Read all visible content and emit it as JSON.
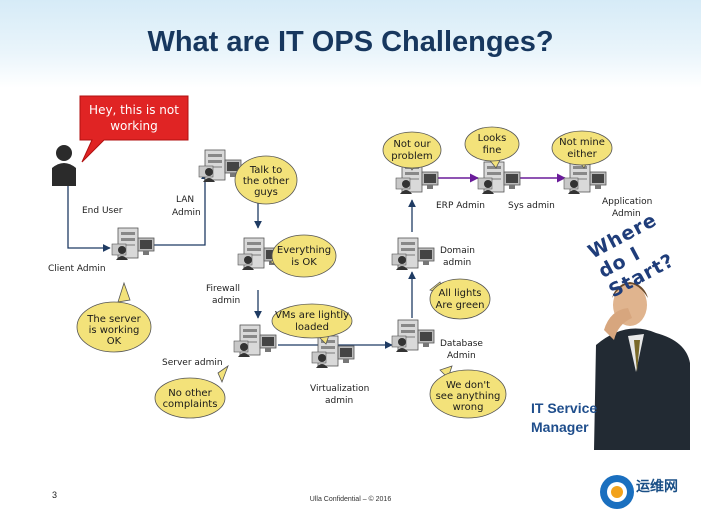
{
  "title": "What are IT OPS Challenges?",
  "callout": {
    "line1": "Hey, this is not",
    "line2": "working"
  },
  "nodes": {
    "end_user": "End User",
    "client_admin": "Client Admin",
    "lan_admin_1": "LAN",
    "lan_admin_2": "Admin",
    "firewall_1": "Firewall",
    "firewall_2": "admin",
    "server_admin": "Server admin",
    "virt_1": "Virtualization",
    "virt_2": "admin",
    "db_1": "Database",
    "db_2": "Admin",
    "domain_1": "Domain",
    "domain_2": "admin",
    "erp_admin": "ERP Admin",
    "sys_admin": "Sys admin",
    "app_1": "Application",
    "app_2": "Admin"
  },
  "bubbles": {
    "client": [
      "The server",
      "is working",
      "OK"
    ],
    "lan": [
      "Talk to",
      "the other",
      "guys"
    ],
    "firewall": [
      "Everything",
      "is  OK"
    ],
    "server": [
      "No other",
      "complaints"
    ],
    "virt": [
      "VMs are lightly",
      "loaded"
    ],
    "db": [
      "We don't",
      "see anything",
      "wrong"
    ],
    "domain": [
      "All lights",
      "Are green"
    ],
    "erp": [
      "Not our",
      "problem"
    ],
    "sys": [
      "Looks",
      "fine"
    ],
    "app": [
      "Not mine",
      "either"
    ]
  },
  "where_do_i_start": "Where do I Start?",
  "it_service_manager": [
    "IT Service",
    "Manager"
  ],
  "page_number": "3",
  "footer": "Ulla Confidential – © 2016",
  "logo_text": "运维网",
  "colors": {
    "title": "#17375e",
    "bubble": "#f3e27a",
    "callout": "#e02424",
    "arrow": "#6a1b9a",
    "connector": "#1f3b63"
  }
}
